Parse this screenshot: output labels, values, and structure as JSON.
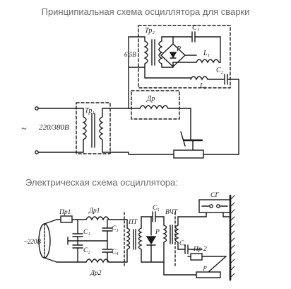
{
  "title_top": "Принципиальная схема осциллятора для сварки",
  "title_bottom": "Электрическая схема осциллятора:",
  "labels_top": {
    "tr2": "Тр₂",
    "c1": "C₁",
    "v65": "6,5В",
    "diode_p": "Р",
    "l1": "L₁",
    "c2": "C₂",
    "l2": "L₂",
    "dr": "Др",
    "tr1": "Тр₁",
    "mains": "220/380В",
    "tilde": "~"
  },
  "labels_bottom": {
    "sg": "СГ",
    "pr1": "Пр1",
    "dr1": "Др1",
    "c1": "С₁",
    "c2": "С₂",
    "c3": "С₃",
    "c4": "С₄",
    "dr2": "Др2",
    "c5": "С₅",
    "vchT": "ВЧТ",
    "pt": "ПТ",
    "diode_r": "Р",
    "c6": "С₆",
    "pr2": "Пр 2",
    "p": "р",
    "v220": "~220В"
  }
}
